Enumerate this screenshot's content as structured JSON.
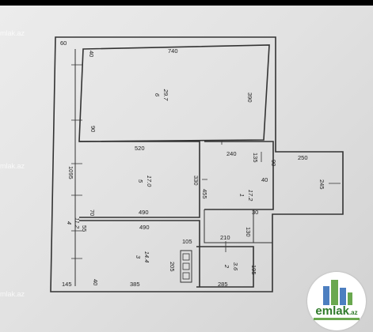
{
  "watermark": "mlak.az",
  "logo": {
    "text": "emlak",
    "suffix": ".az"
  },
  "rooms": [
    {
      "num": "6",
      "area": "29.7"
    },
    {
      "num": "5",
      "area": "17.0"
    },
    {
      "num": "1",
      "area": "17.2"
    },
    {
      "num": "4",
      "area": "11.2"
    },
    {
      "num": "3",
      "area": "14.4"
    },
    {
      "num": "2",
      "area": "3.6"
    }
  ],
  "dims": {
    "d60": "60",
    "d40a": "40",
    "d740": "740",
    "d390": "390",
    "d90a": "90",
    "d520": "520",
    "d240": "240",
    "d135": "135",
    "d90b": "90",
    "d250": "250",
    "d40b": "40",
    "d245": "245",
    "d1095": "1095",
    "d330": "330",
    "d455": "455",
    "d70": "70",
    "d490a": "490",
    "d30": "30",
    "d55": "55",
    "d490b": "490",
    "d105": "105",
    "d210": "210",
    "d130": "130",
    "d205": "205",
    "d195": "195",
    "d145": "145",
    "d40c": "40",
    "d385": "385",
    "d285": "285"
  }
}
